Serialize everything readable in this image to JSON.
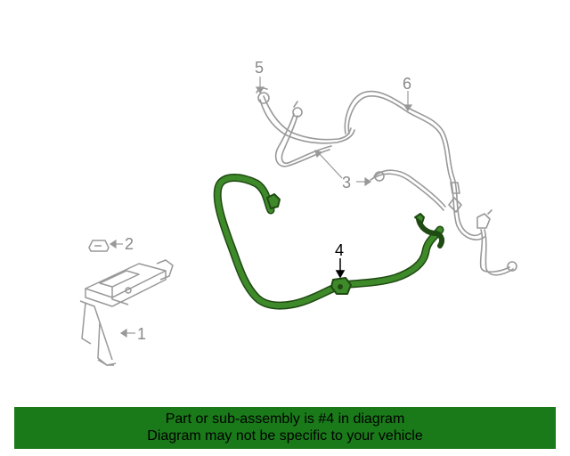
{
  "callouts": [
    {
      "id": "1",
      "label": "1",
      "highlighted": false
    },
    {
      "id": "2",
      "label": "2",
      "highlighted": false
    },
    {
      "id": "3",
      "label": "3",
      "highlighted": false
    },
    {
      "id": "4",
      "label": "4",
      "highlighted": true
    },
    {
      "id": "5",
      "label": "5",
      "highlighted": false
    },
    {
      "id": "6",
      "label": "6",
      "highlighted": false
    }
  ],
  "banner": {
    "line1": "Part or sub-assembly is #4 in diagram",
    "line2": "Diagram may not be specific to your vehicle"
  },
  "colors": {
    "highlight": "#2e7d1e",
    "banner_bg": "#1a7a1a",
    "line_art": "#999999"
  }
}
